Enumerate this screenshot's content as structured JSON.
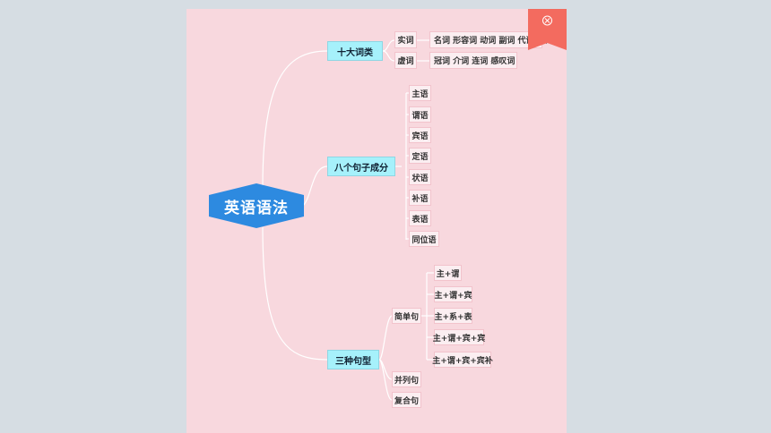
{
  "root": {
    "label": "英语语法",
    "color": "#2d8ae0"
  },
  "branches": [
    {
      "label": "十大词类",
      "children": [
        {
          "label": "实词",
          "items": "名词 形容词 动词 副词 代词 数词"
        },
        {
          "label": "虚词",
          "items": "冠词   介词  连词  感叹词"
        }
      ]
    },
    {
      "label": "八个句子成分",
      "children": [
        "主语",
        "谓语",
        "宾语",
        "定语",
        "状语",
        "补语",
        "表语",
        "同位语"
      ]
    },
    {
      "label": "三种句型",
      "children": [
        {
          "label": "简单句",
          "items": [
            "主+谓",
            "主+谓+宾",
            "主+系+表",
            "主+谓+宾+宾",
            "主+谓+宾+宾补"
          ]
        },
        {
          "label": "并列句"
        },
        {
          "label": "复合句"
        }
      ]
    }
  ],
  "colors": {
    "line": "#ffffff",
    "main_fill": "#a6f1fb",
    "canvas": "#f8d8de",
    "ribbon": "#f36b5f"
  },
  "ribbon": {
    "icon": "logo-badge-icon",
    "text": ""
  }
}
